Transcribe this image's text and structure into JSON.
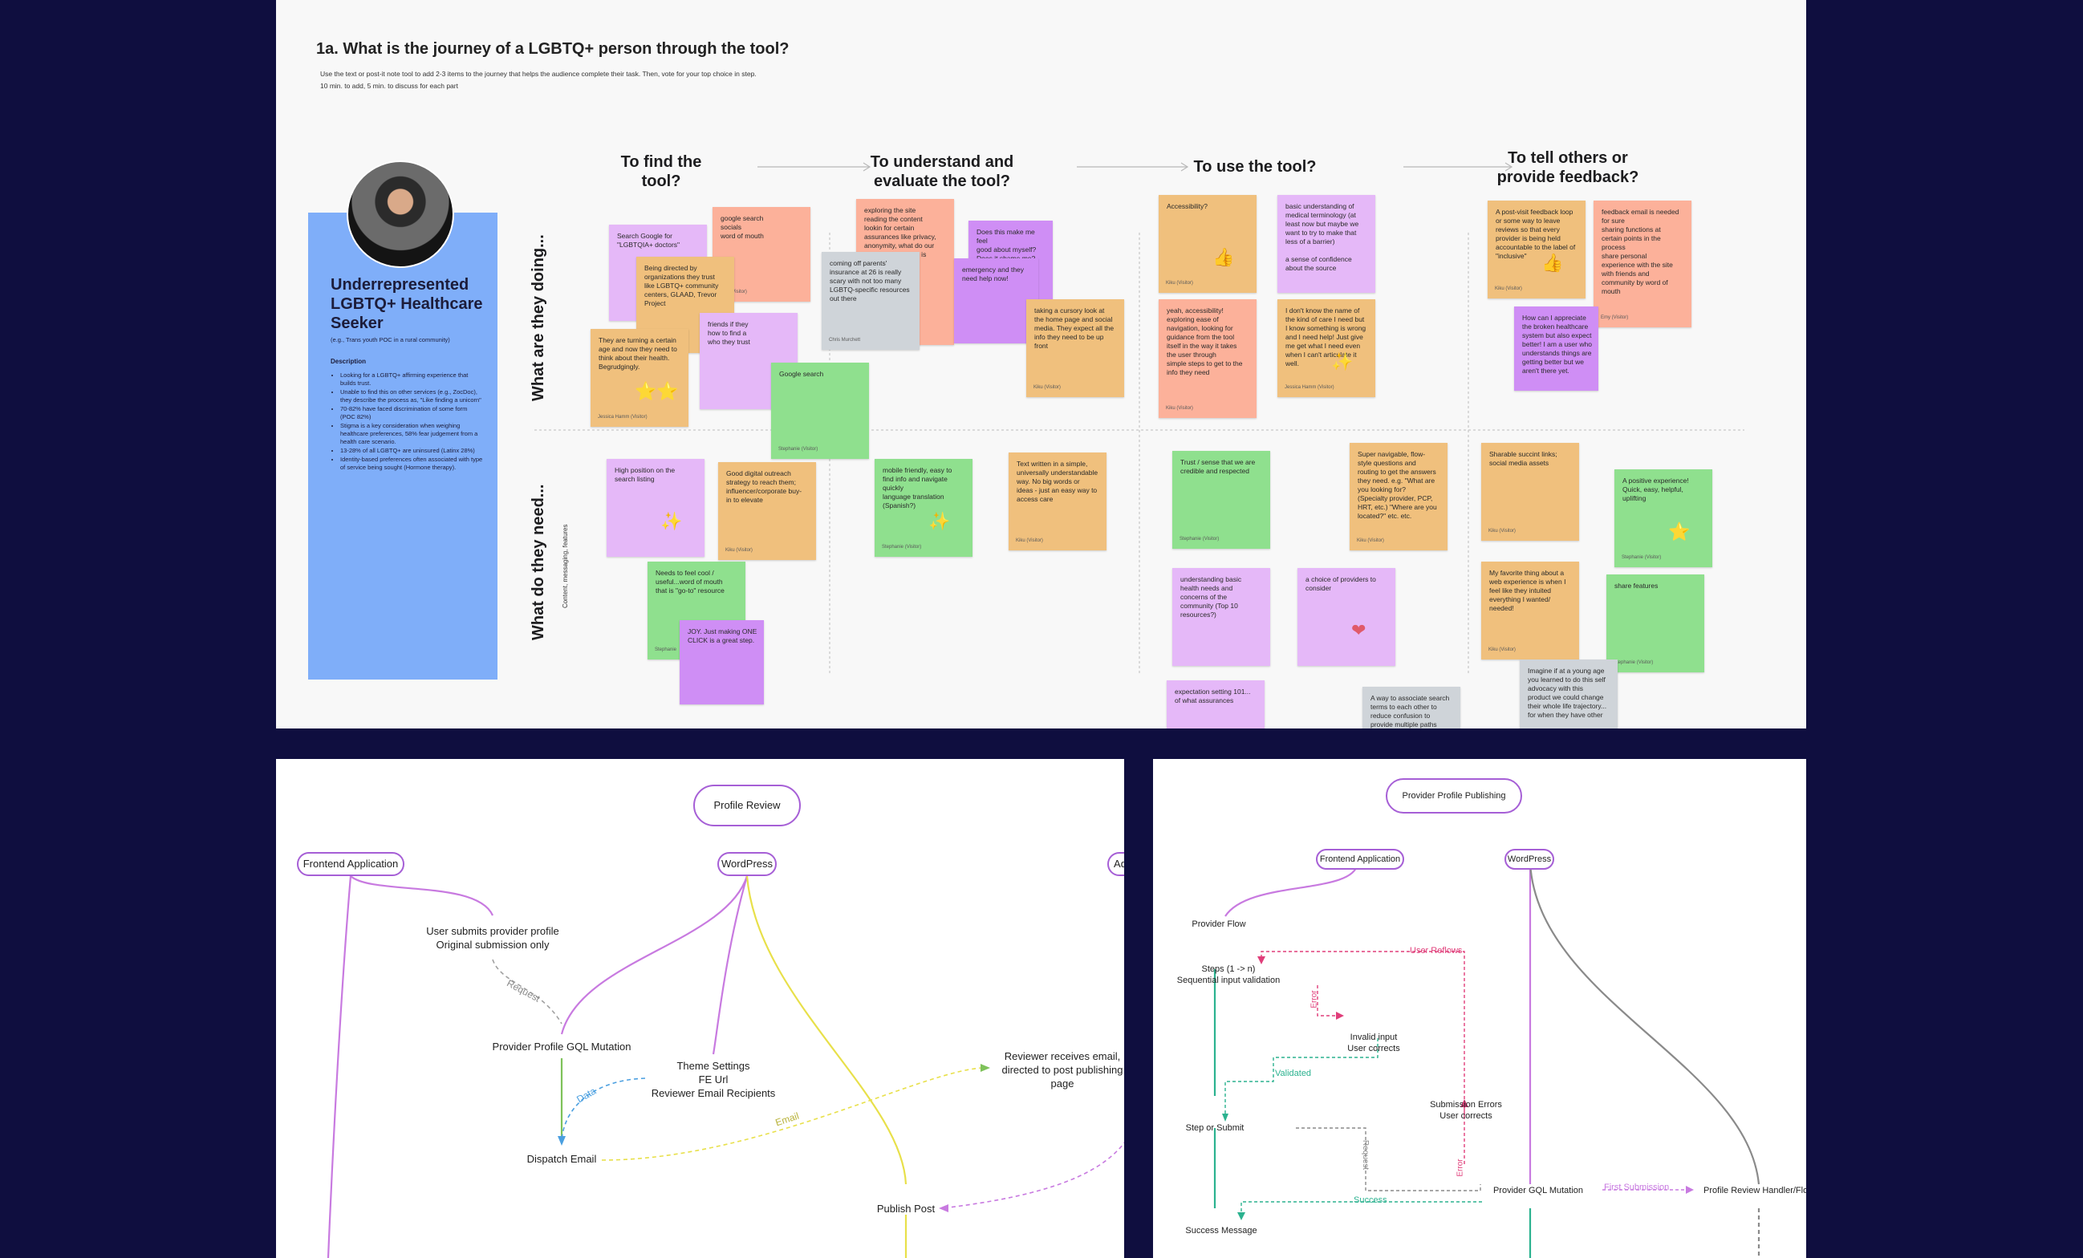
{
  "journey": {
    "title": "1a.  What is the journey of a LGBTQ+ person through the tool?",
    "instructions": [
      "Use the text or post-it note tool to add 2-3 items to the journey that helps the audience complete their task. Then, vote for your top choice in step.",
      "10 min. to add, 5 min. to discuss for each part"
    ],
    "columns": [
      "To find the\ntool?",
      "To understand and\nevaluate the tool?",
      "To use the tool?",
      "To tell others or\nprovide feedback?"
    ],
    "rows": [
      {
        "label": "What are they doing..."
      },
      {
        "label": "What do they need...",
        "sublabel": "Content, messaging, features"
      }
    ],
    "persona": {
      "name": "Underrepresented LGBTQ+ Healthcare Seeker",
      "subtitle": "(e.g., Trans youth POC in a rural community)",
      "description_heading": "Description",
      "bullets": [
        "Looking for a LGBTQ+ affirming experience that builds trust.",
        "Unable to find this on other services (e.g., ZocDoc), they describe the process as, \"Like finding a unicorn\"",
        "70-82% have faced discrimination of some form (POC 82%)",
        "Stigma is a key consideration when weighing healthcare preferences, 58% fear judgement from a health care scenario.",
        "13-28% of all LGBTQ+ are uninsured (Latinx 28%)",
        "Identity-based preferences often associated with type of service being sought (Hormone therapy)."
      ]
    },
    "notes": [
      {
        "text": "Search Google for\n\"LGBTQIA+ doctors\"",
        "color": "purple-l",
        "sticker": "thumb"
      },
      {
        "text": "google search\nsocials\nword of mouth",
        "color": "salmon",
        "author": "Kiku (Visitor)"
      },
      {
        "text": "Being directed by\norganizations they trust\nlike LGBTQ+ community\ncenters, GLAAD, Trevor\nProject",
        "color": "orange"
      },
      {
        "text": "They are turning a certain\nage and now they need to\nthink about their health.\nBegrudgingly.",
        "color": "orange",
        "author": "Jessica Hamm (Visitor)",
        "sticker": "stars"
      },
      {
        "text": "friends if they\nhow to find a\nwho they trust",
        "color": "purple-l"
      },
      {
        "text": "Google search",
        "color": "green",
        "author": "Stephanie (Visitor)"
      },
      {
        "text": "exploring the site\nreading the content\nlookin for certain\nassurances like privacy,\nanonymity, what do our\ncommunity... often is\n... does\n... a smart",
        "color": "salmon"
      },
      {
        "text": "coming off parents'\ninsurance at 26 is really\nscary with not too many\nLGBTQ-specific resources\nout there",
        "color": "gray",
        "author": "Chris Murchett"
      },
      {
        "text": "Does this make me feel\ngood about myself?\nDoes it shame me?\nStimatize me for\nwaiting too long?",
        "color": "purple-d"
      },
      {
        "text": "emergency and they\nneed help now!",
        "color": "purple-d"
      },
      {
        "text": "taking a cursory look at\nthe home page and social\nmedia. They expect all the\ninfo they need to be up\nfront",
        "color": "orange",
        "author": "Kiku (Visitor)"
      },
      {
        "text": "Accessibility?",
        "color": "orange",
        "author": "Kiku (Visitor)",
        "sticker": "thumb"
      },
      {
        "text": "basic understanding of\nmedical terminology (at\nleast now but maybe we\nwant to try to make that\nless of a barrier)\n\na sense of confidence\nabout the source",
        "color": "purple-l"
      },
      {
        "text": "yeah, accessibility!\nexploring ease of\nnavigation, looking for\nguidance from the tool\nitself in the way it takes\nthe user through\nsimple steps to get to the\ninfo they need",
        "color": "salmon",
        "author": "Kiku (Visitor)"
      },
      {
        "text": "I don't know the name of\nthe kind of care I need but\nI know something is wrong\nand I need help! Just give\nme get what I need even\nwhen I can't articulate it\nwell.",
        "color": "orange",
        "author": "Jessica Hamm (Visitor)",
        "sticker": "plus"
      },
      {
        "text": "A post-visit feedback loop\nor some way to leave\nreviews so that every\nprovider is being held\naccountable to the label of\n\"inclusive\"",
        "color": "orange",
        "author": "Kiku (Visitor)",
        "sticker": "thumb"
      },
      {
        "text": "feedback email is needed\nfor sure\nsharing functions at\ncertain points in the\nprocess\n share personal\nexperience with the site\nwith friends and\ncommunity by word of\nmouth",
        "color": "salmon",
        "author": "Emy (Visitor)"
      },
      {
        "text": "How can I appreciate\nthe broken healthcare\nsystem but also expect\nbetter! I am a user who\nunderstands things are\ngetting better but we\naren't there yet.",
        "color": "purple-d"
      },
      {
        "text": "High position on the\nsearch listing",
        "color": "purple-l",
        "sticker": "plus"
      },
      {
        "text": "Good digital outreach\nstrategy to reach them;\ninfluencer/corporate buy-\nin to elevate",
        "color": "orange",
        "author": "Kiku (Visitor)"
      },
      {
        "text": "Needs to feel cool /\nuseful...word of mouth\nthat is \"go-to\" resource",
        "color": "green",
        "author": "Stephanie"
      },
      {
        "text": "JOY. Just making ONE\nCLICK is a great step.",
        "color": "purple-d"
      },
      {
        "text": "mobile friendly, easy to\nfind info and navigate\nquickly\nlanguage translation\n(Spanish?)",
        "color": "green",
        "author": "Stephanie (Visitor)",
        "sticker": "plus"
      },
      {
        "text": "Text written in a simple,\nuniversally understandable\nway. No big words or\nideas - just an easy way to\naccess care",
        "color": "orange",
        "author": "Kiku (Visitor)"
      },
      {
        "text": "Trust / sense that we are\ncredible and respected",
        "color": "green",
        "author": "Stephanie (Visitor)"
      },
      {
        "text": "Super navigable, flow-\nstyle questions and\nrouting to get the answers\nthey need. e.g. \"What are\nyou looking for?\n(Specialty provider, PCP,\nHRT, etc.) \"Where are you\nlocated?\" etc. etc.",
        "color": "orange",
        "author": "Kiku (Visitor)"
      },
      {
        "text": "understanding basic\nhealth needs and\nconcerns of the\ncommunity (Top 10\nresources?)",
        "color": "purple-l"
      },
      {
        "text": "a choice of providers to\nconsider",
        "color": "purple-l",
        "sticker": "heart"
      },
      {
        "text": "expectation setting 101...\nof what assurances",
        "color": "purple-l"
      },
      {
        "text": "A way to associate search\nterms to each other to\nreduce confusion to\nprovide multiple paths",
        "color": "gray"
      },
      {
        "text": "Sharable succint links;\nsocial media assets",
        "color": "orange",
        "author": "Kiku (Visitor)"
      },
      {
        "text": "A positive experience!\nQuick, easy, helpful,\nuplifting",
        "color": "green",
        "author": "Stephanie (Visitor)",
        "sticker": "star"
      },
      {
        "text": "My favorite thing about a\nweb experience is when I\nfeel like they intuited\neverything I wanted/\nneeded!",
        "color": "orange",
        "author": "Kiku (Visitor)"
      },
      {
        "text": "share features",
        "color": "green",
        "author": "Stephanie (Visitor)"
      },
      {
        "text": "Imagine if at a young age\nyou learned to do this self\nadvocacy with this\nproduct we could change\ntheir whole life trajectory...\nfor when they have other",
        "color": "gray"
      }
    ]
  },
  "profile_review": {
    "title": "Profile Review",
    "lanes": [
      "Frontend Application",
      "WordPress",
      "Admin User"
    ],
    "texts": [
      "User submits provider profile\nOriginal submission only",
      "Provider Profile GQL Mutation",
      "Theme Settings\nFE Url\nReviewer Email Recipients",
      "Reviewer receives email,\ndirected to post publishing\npage",
      "Dispatch Email",
      "Publish Post"
    ],
    "edge_labels": [
      "Request",
      "Data",
      "Email"
    ],
    "colors": {
      "lane": "#c87ae0",
      "yellow": "#e8e04a",
      "green": "#7ec25a",
      "blue": "#4a9fe0"
    }
  },
  "provider_publishing": {
    "title": "Provider Profile Publishing",
    "lanes": [
      "Frontend Application",
      "WordPress"
    ],
    "texts": [
      "Provider Flow",
      "Steps (1 -> n)\nSequential input validation",
      "Invalid input\nUser corrects",
      "Submission Errors\nUser corrects",
      "Step or Submit",
      "Provider GQL Mutation",
      "Profile Review Handler/Flow",
      "Success Message"
    ],
    "edge_labels": [
      "User Reflows",
      "Error",
      "Validated",
      "Request",
      "Error",
      "First Submission",
      "Success"
    ],
    "colors": {
      "teal": "#2bb28f",
      "pink": "#e03e7a",
      "gray": "#8a8a8a"
    }
  }
}
